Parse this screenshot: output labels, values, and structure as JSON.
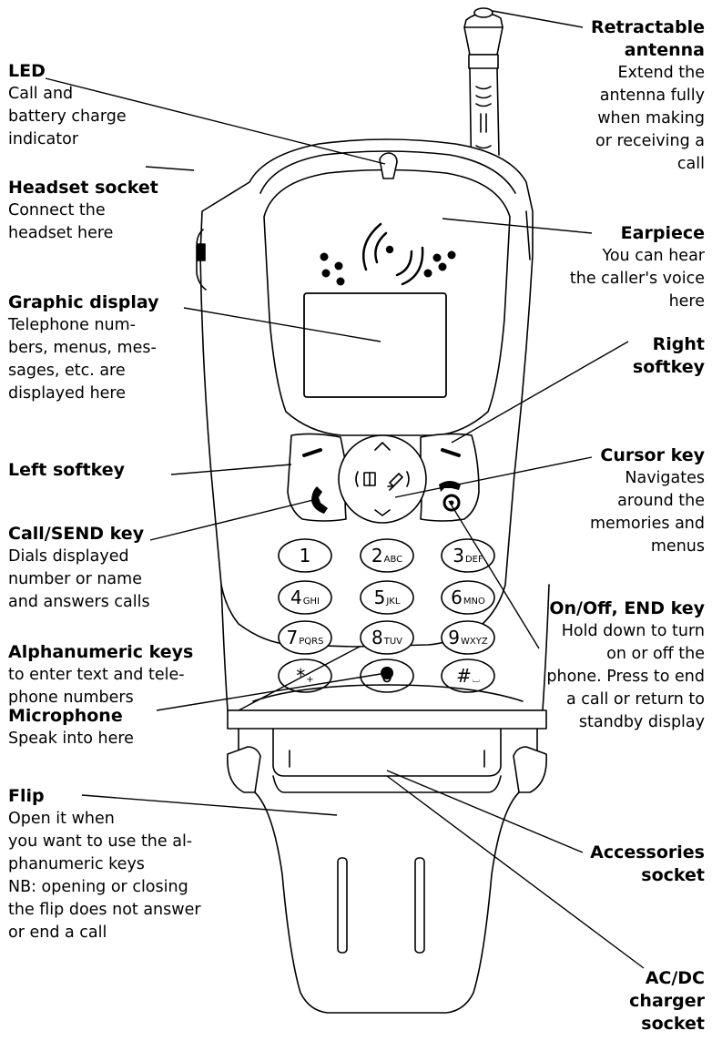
{
  "labels": {
    "led": {
      "title": "LED",
      "desc": [
        "Call and",
        "battery charge",
        "indicator"
      ]
    },
    "headset": {
      "title": "Headset socket",
      "desc": [
        "Connect the",
        "headset here"
      ]
    },
    "display": {
      "title": "Graphic display",
      "desc": [
        "Telephone num-",
        "bers, menus, mes-",
        "sages, etc. are",
        "displayed here"
      ]
    },
    "left_softkey": {
      "title": "Left softkey"
    },
    "call_key": {
      "title": "Call/SEND key",
      "desc": [
        "Dials displayed",
        "number or name",
        "and answers calls"
      ]
    },
    "alnum_keys": {
      "title": "Alphanumeric keys",
      "desc": [
        "to enter text and tele-",
        "phone numbers"
      ]
    },
    "microphone": {
      "title": "Microphone",
      "desc": [
        "Speak into here"
      ]
    },
    "flip": {
      "title": "Flip",
      "desc": [
        "Open it when",
        "you want to use the al-",
        "phanumeric keys",
        "NB: opening or closing",
        "the flip does not answer",
        "or end a call"
      ]
    },
    "antenna": {
      "title": [
        "Retractable",
        "antenna"
      ],
      "desc": [
        "Extend the",
        "antenna fully",
        "when making",
        "or receiving a",
        "call"
      ]
    },
    "earpiece": {
      "title": "Earpiece",
      "desc": [
        "You can hear",
        "the caller's voice",
        "here"
      ]
    },
    "right_softkey": {
      "title": [
        "Right",
        "softkey"
      ]
    },
    "cursor_key": {
      "title": "Cursor key",
      "desc": [
        "Navigates",
        "around the",
        "memories and",
        "menus"
      ]
    },
    "end_key": {
      "title": "On/Off, END key",
      "desc": [
        "Hold down to turn",
        "on or off the",
        "phone. Press to end",
        "a call or return to",
        "standby display"
      ]
    },
    "accessories": {
      "title": [
        "Accessories",
        "socket"
      ]
    },
    "charger": {
      "title": [
        "AC/DC",
        "charger",
        "socket"
      ]
    }
  },
  "keypad": [
    {
      "digit": "1",
      "letters": ""
    },
    {
      "digit": "2",
      "letters": "ABC"
    },
    {
      "digit": "3",
      "letters": "DEF"
    },
    {
      "digit": "4",
      "letters": "GHI"
    },
    {
      "digit": "5",
      "letters": "JKL"
    },
    {
      "digit": "6",
      "letters": "MNO"
    },
    {
      "digit": "7",
      "letters": "PQRS"
    },
    {
      "digit": "8",
      "letters": "TUV"
    },
    {
      "digit": "9",
      "letters": "WXYZ"
    },
    {
      "digit": "*",
      "letters": "+"
    },
    {
      "digit": "0",
      "letters": ""
    },
    {
      "digit": "#",
      "letters": "⌴"
    }
  ]
}
